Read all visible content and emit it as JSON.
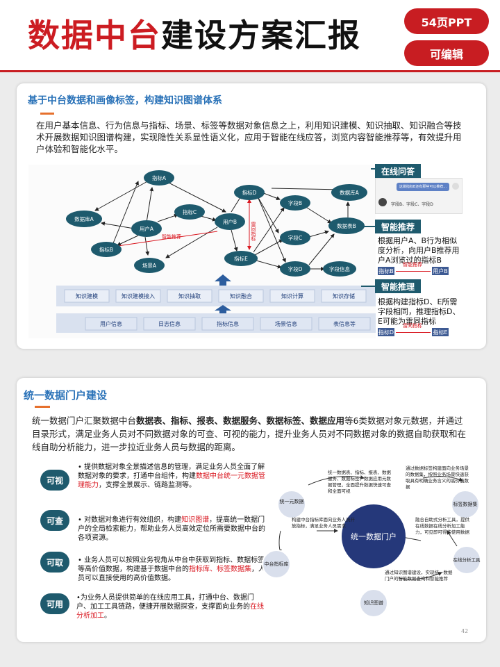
{
  "header": {
    "title_red": "数据中台",
    "title_black": "建设方案汇报",
    "badge_pages": "54页PPT",
    "badge_edit": "可编辑"
  },
  "card1": {
    "title": "基于中台数据和画像标签，构建知识图谱体系",
    "intro": "在用户基本信息、行为信息与指标、场景、标签等数据对象信息之上，利用知识建模、知识抽取、知识融合等技术开展数据知识图谱构建，实现隐性关系显性语义化，应用于智能在线应答，浏览内容智能推荐等，有效提升用户体验和智能化水平。",
    "graph": {
      "nodes": {
        "zhibiaoA": "指标A",
        "shujukuA_left": "数据库A",
        "yonghuA": "用户A",
        "zhibiaoC": "指标C",
        "yonghuB": "用户B",
        "zhibiaoB": "指标B",
        "changjingA": "场景A",
        "zhibiaoD": "指标D",
        "zhibiaoE": "指标E",
        "ziduanB": "字段B",
        "ziduanC": "字段C",
        "ziduanD": "字段D",
        "shujukuA_right": "数据库A",
        "shujubiaoB": "数据表B",
        "ziduanxinxi": "字段信息"
      },
      "edge_recommend": "智能推荐",
      "edge_lei": "雷同指标"
    },
    "process_steps": [
      "知识建模",
      "知识建模接入",
      "知识抽取",
      "知识融合",
      "知识计算",
      "知识存储"
    ],
    "data_sources": [
      "用户信息",
      "日志信息",
      "指标信息",
      "场景信息",
      "表信息等"
    ],
    "apps": {
      "qa_title": "在线问答",
      "qa_chat_bubble": "这做指标B还有那些可以推荐...",
      "qa_chat_reply": "字段B、字段C、字段D",
      "rec_title": "智能推荐",
      "rec_text": "根据用户A、B行为相似度分析，向用户B推荐用户A浏览过的指标B",
      "rec_tag_left": "指标B",
      "rec_tag_right": "用户B",
      "rec_mini": "智能推荐",
      "inf_title": "智能推理",
      "inf_text": "根据构建指标D、E所需字段相同，推理指标D、E可能为雷同指标",
      "inf_tag_left": "指标D",
      "inf_tag_right": "指标E",
      "inf_mini": "雷同指标"
    }
  },
  "card2": {
    "title": "统一数据门户建设",
    "intro": {
      "p1": "统一数据门户汇聚数据中台",
      "p1_bold": "数据表、指标、报表、数据服务、数据标签、数据应用",
      "p1_rest": "等6类数据对象元数据，并通过目录形式，满足业务人员对不同数据对象的可查、可视的能力，提升业务人员对不同数据对象的数据自助获取和在线自助分析能力，进一步拉近业务人员与数据的距离。"
    },
    "features": [
      {
        "label": "可视",
        "pre": "• 提供数据对象全景描述信息的管理，满足业务人员全面了解数据对象的要求，打通中台组件，构建",
        "red": "数据中台统一元数据管理能力",
        "post": "，支撑全景展示、链路监测等。"
      },
      {
        "label": "可查",
        "pre": "• 对数据对象进行有效组织，构建",
        "red": "知识图谱",
        "post": "，提高统一数据门户的全局检索能力，帮助业务人员高效定位所需要数据中台的各项资源。"
      },
      {
        "label": "可取",
        "pre": "• 业务人员可以按照业务视角从中台中获取到指标、数据标签等高价值数据，构建基于数据中台的",
        "red": "指标库、标签数据集",
        "post": "，人员可以直接使用的高价值数据。"
      },
      {
        "label": "可用",
        "pre": "•为业务人员提供简单的在线应用工具，打通中台、数据门户、加工工具链路，便捷开展数据探查，支撑面向业务的",
        "red": "在线分析加工",
        "post": "。"
      }
    ],
    "portal": {
      "center": "统一数据门户",
      "sat_yuanshuju": "统一元数据",
      "sat_zhibiaoku": "中台指标库",
      "sat_zhishitupu": "知识图谱",
      "sat_biaoqian": "标签数据集",
      "sat_zaixian": "在线分析工具",
      "desc_top": "统一数据表、指标、报表、数据服务、数据标签、数据应用元数据管理，全面提升数据快速可查和全面可视",
      "desc_topright": "通过数据标签构建面向业务场景的数据集，按照业务场景快速获取具有明确业务含义的高价值数据",
      "desc_left": "构建中台指标库面向业务人员开放指标，满足业务人员需求",
      "desc_right": "融合自助式分析工具，提供在线数据在线分析加工能力，可见即可得的使用数据",
      "desc_bottom": "通过知识图谱建设，实现统一数据门户的智能数据查询和智能推荐"
    },
    "page_number": "42"
  },
  "colors": {
    "accent_red": "#c81d22",
    "title_blue": "#2a72b8",
    "node_teal": "#1e5a6d",
    "portal_center": "#25387a",
    "underline_orange": "#e6702d"
  }
}
